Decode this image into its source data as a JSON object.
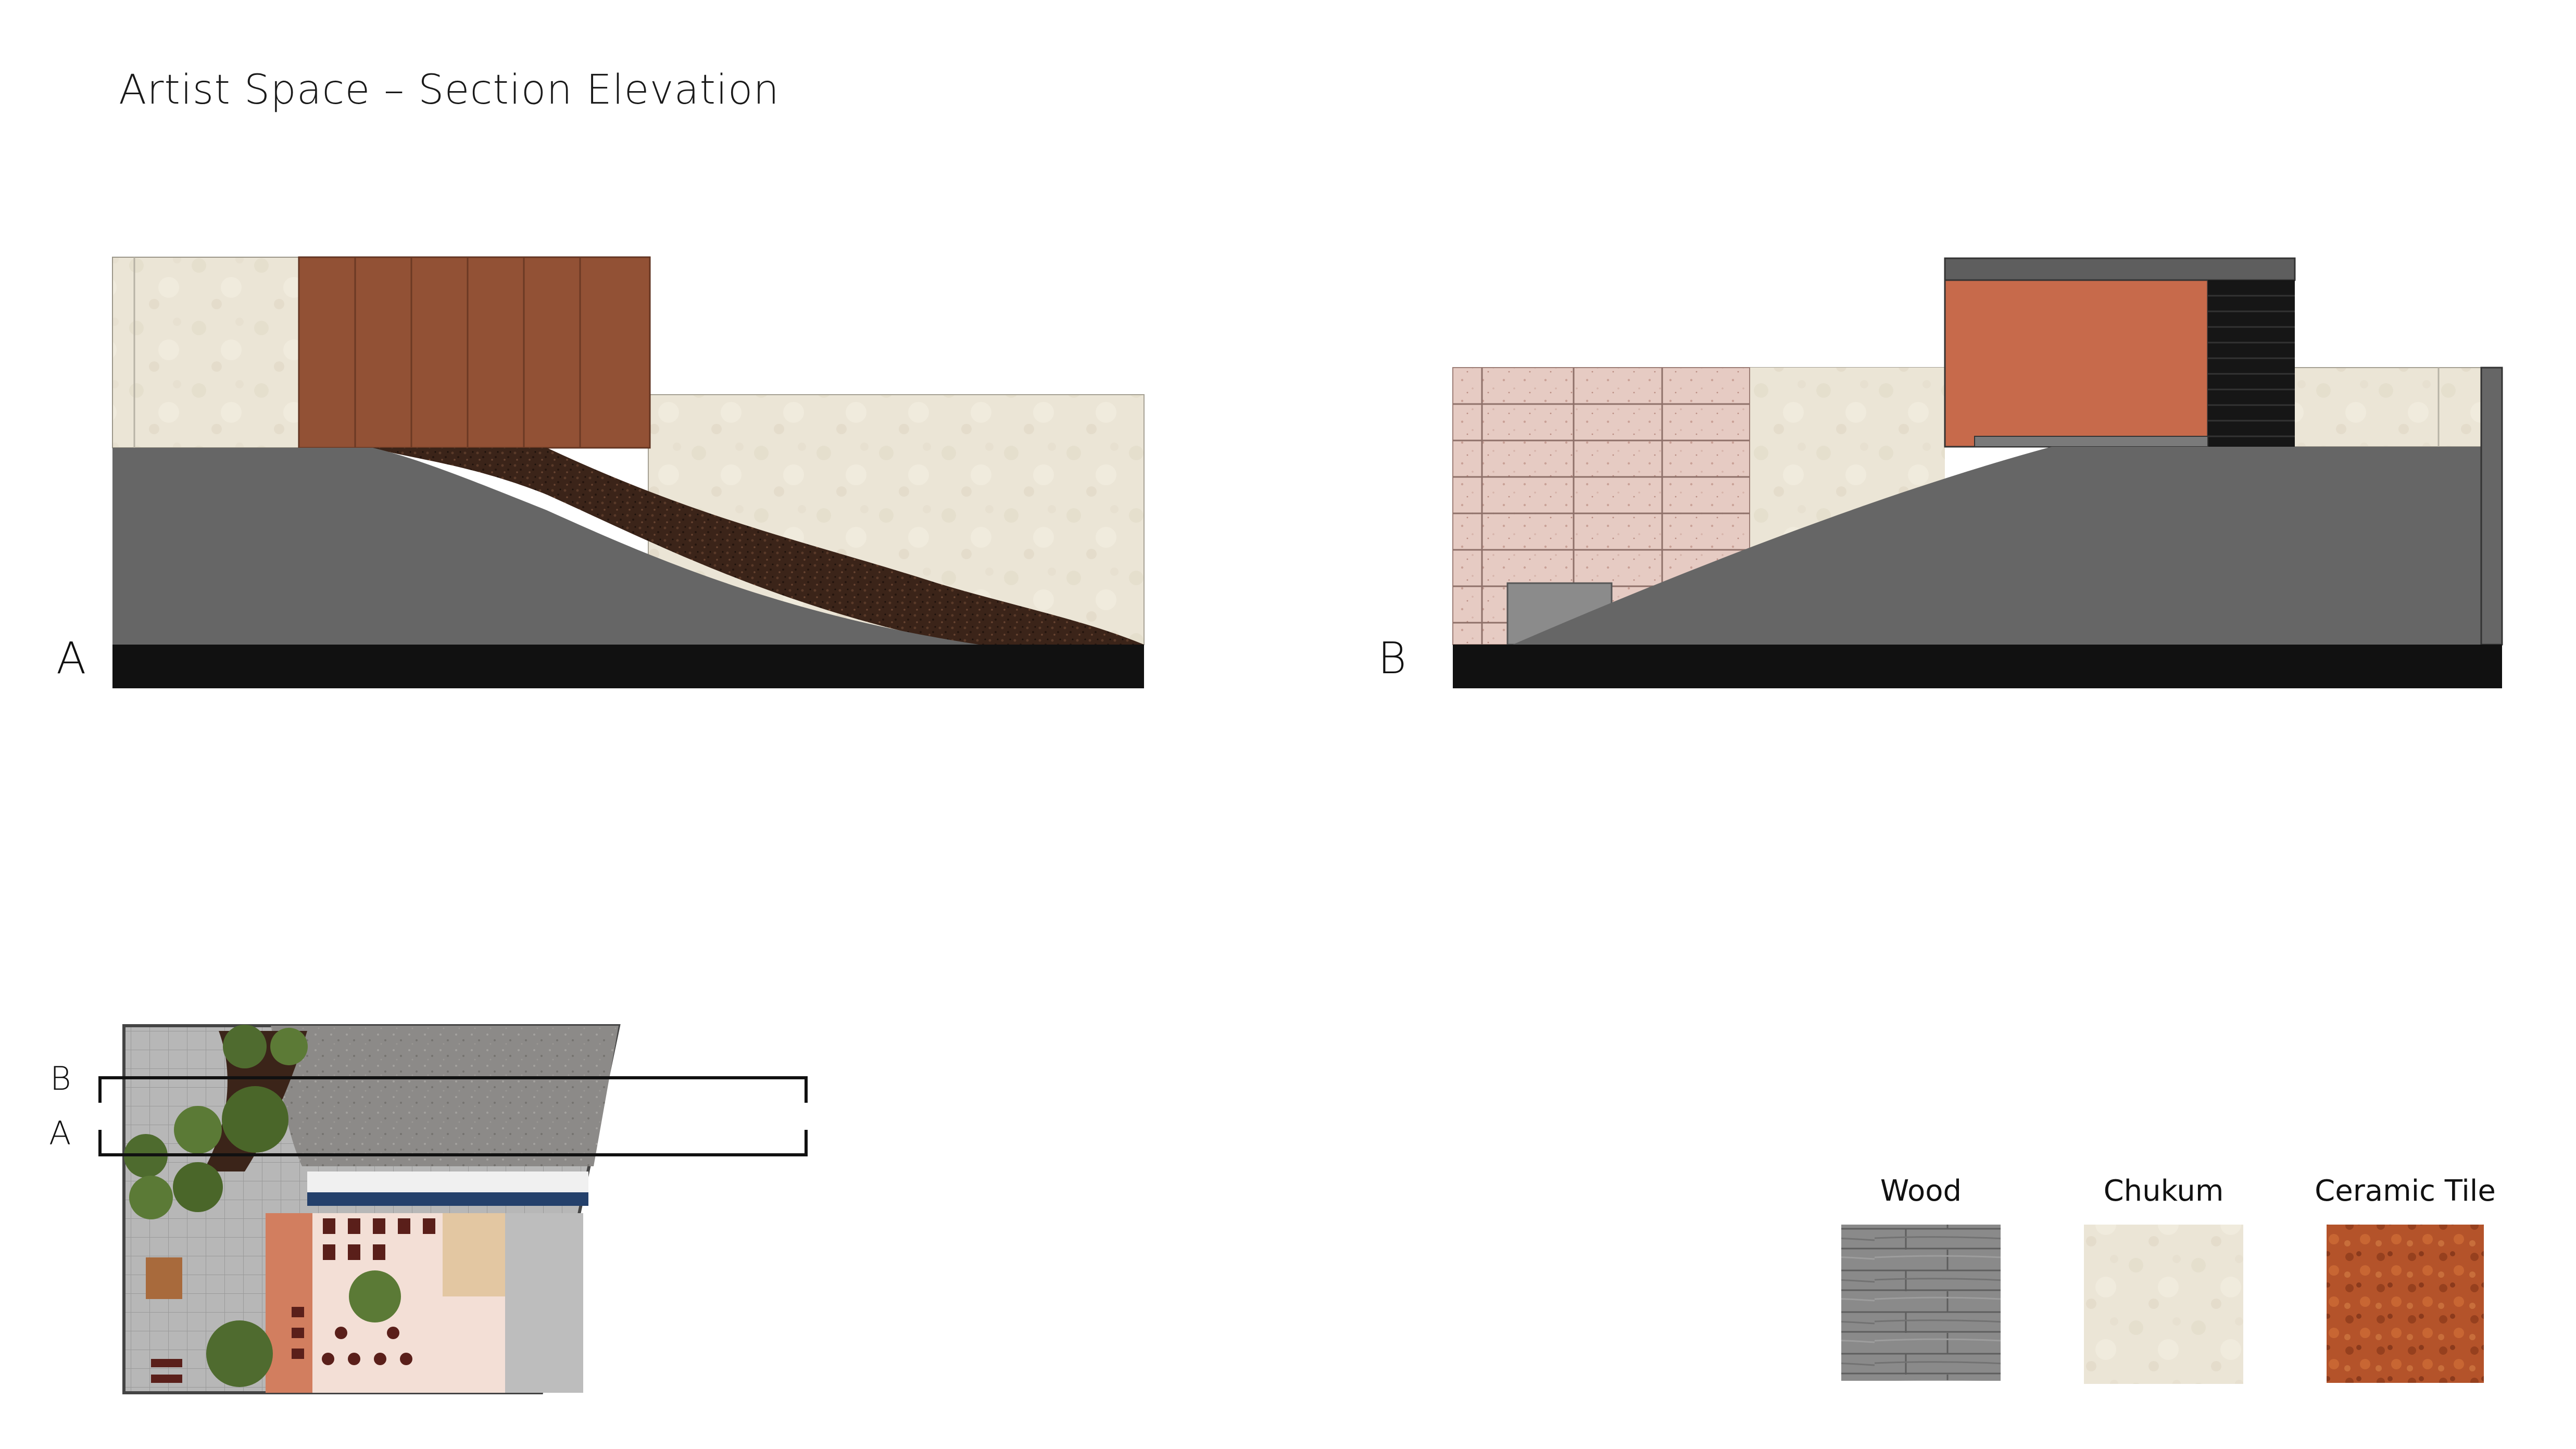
{
  "title": "Artist Space – Section Elevation",
  "sections": {
    "a_label": "A",
    "b_label": "B"
  },
  "plan": {
    "b_label": "B",
    "a_label": "A"
  },
  "materials": [
    {
      "label": "Wood",
      "icon": "wood-swatch"
    },
    {
      "label": "Chukum",
      "icon": "chukum-swatch"
    },
    {
      "label": "Ceramic Tile",
      "icon": "ceramic-tile-swatch"
    }
  ],
  "colors": {
    "ground": "#111111",
    "slope": "#666666",
    "chukum": "#ebe5d6",
    "wood_panel": "#8e4e33",
    "soil": "#3b2419",
    "terracotta": "#c76a4b",
    "pink_tile": "#e6cbc3",
    "concrete": "#8b8b8b"
  }
}
